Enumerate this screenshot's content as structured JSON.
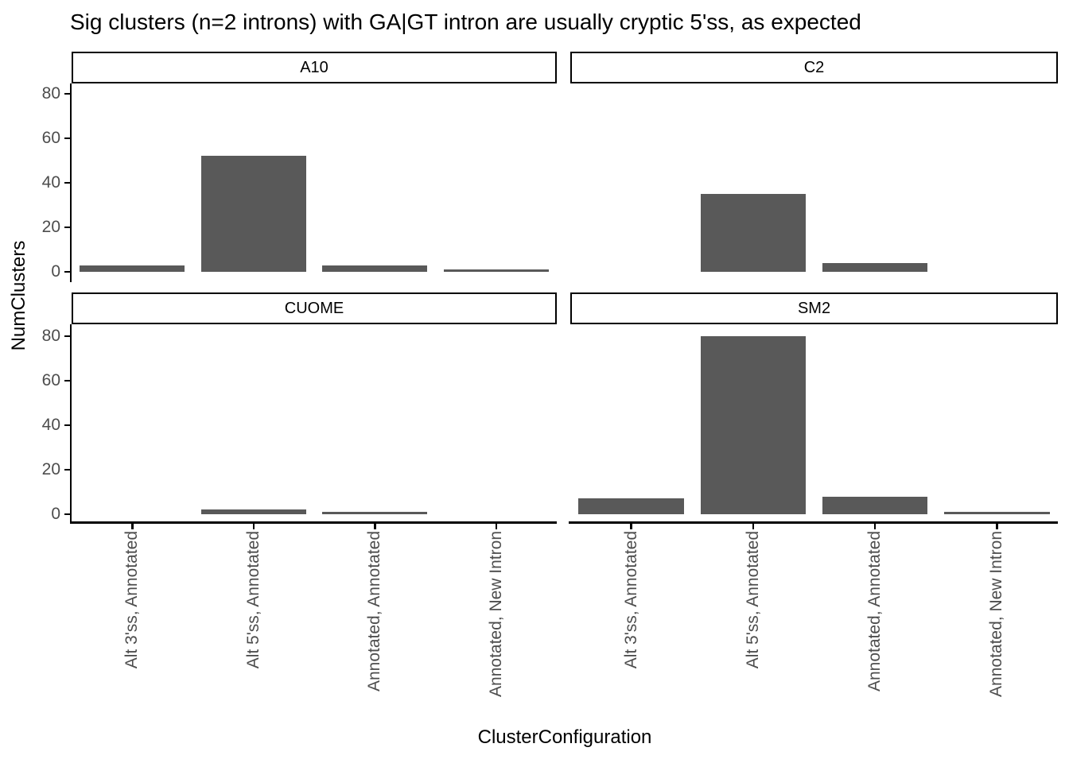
{
  "title": "Sig clusters (n=2 introns) with GA|GT intron are usually cryptic 5'ss, as expected",
  "axes": {
    "x_title": "ClusterConfiguration",
    "y_title": "NumClusters",
    "y_ticks": [
      0,
      20,
      40,
      60,
      80
    ]
  },
  "chart_data": {
    "type": "bar",
    "title": "Sig clusters (n=2 introns) with GA|GT intron are usually cryptic 5'ss, as expected",
    "xlabel": "ClusterConfiguration",
    "ylabel": "NumClusters",
    "ylim": [
      0,
      85
    ],
    "grid": "off",
    "legend": "none",
    "bar_color": "#595959",
    "categories": [
      "Alt 3'ss, Annotated",
      "Alt 5'ss, Annotated",
      "Annotated, Annotated",
      "Annotated, New Intron"
    ],
    "facets": [
      {
        "name": "A10",
        "values": [
          3,
          52,
          3,
          1
        ]
      },
      {
        "name": "C2",
        "values": [
          0,
          35,
          4,
          0
        ]
      },
      {
        "name": "CUOME",
        "values": [
          0,
          2,
          1,
          0
        ]
      },
      {
        "name": "SM2",
        "values": [
          7,
          80,
          8,
          1
        ]
      }
    ]
  },
  "colors": {
    "bar": "#595959",
    "axis_text": "#4d4d4d",
    "axis_line": "#000000",
    "strip_border": "#000000",
    "background": "#ffffff"
  }
}
